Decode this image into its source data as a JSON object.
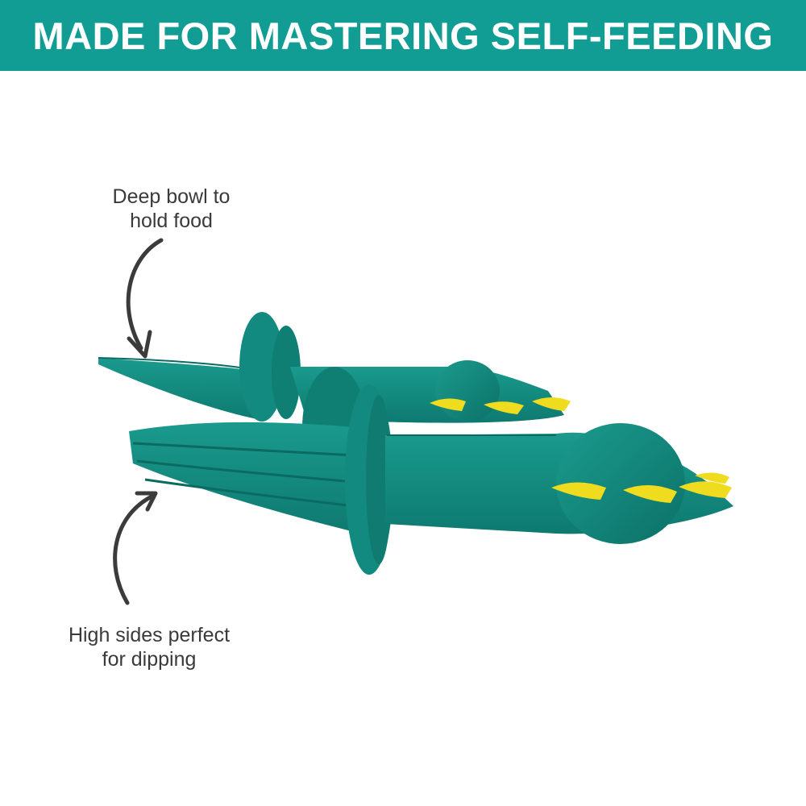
{
  "banner": {
    "title": "MADE FOR MASTERING SELF-FEEDING",
    "background_color": "#119d94"
  },
  "callouts": {
    "top": {
      "line1": "Deep bowl to",
      "line2": "hold food"
    },
    "bottom": {
      "line1": "High sides perfect",
      "line2": "for dipping"
    }
  },
  "product": {
    "name": "dinosaur-spoon-and-fork-set",
    "body_color": "#13897e",
    "claw_color": "#f0dc1e"
  }
}
